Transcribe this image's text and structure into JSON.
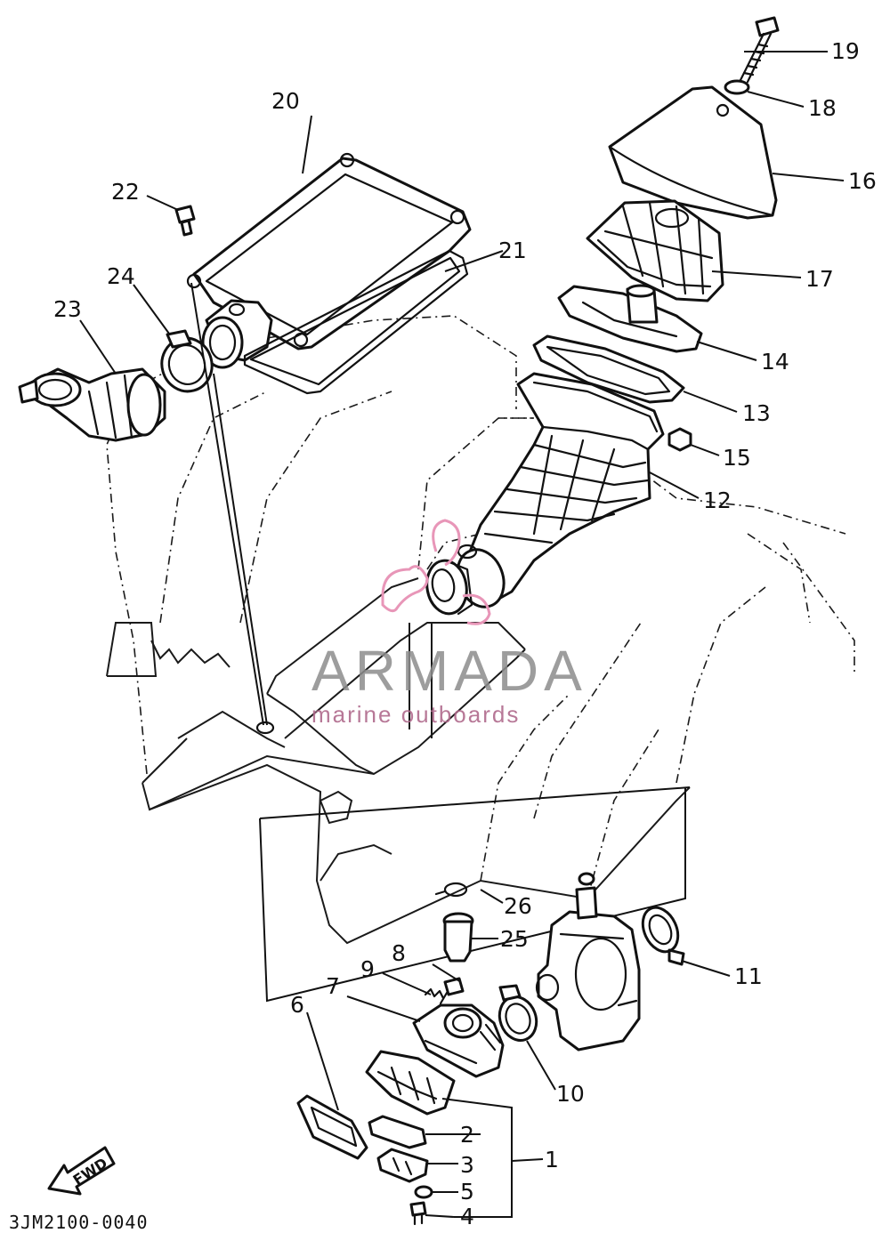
{
  "diagram": {
    "drawing_code": "3JM2100-0040",
    "fwd_label": "FWD",
    "watermark": {
      "brand": "ARMADA",
      "tagline": "marine outboards",
      "brand_color": "#8c8c8c",
      "accent_color": "#e896b8"
    },
    "callouts": [
      {
        "id": "1",
        "label": "1"
      },
      {
        "id": "2",
        "label": "2"
      },
      {
        "id": "3",
        "label": "3"
      },
      {
        "id": "4",
        "label": "4"
      },
      {
        "id": "5",
        "label": "5"
      },
      {
        "id": "6",
        "label": "6"
      },
      {
        "id": "7",
        "label": "7"
      },
      {
        "id": "8",
        "label": "8"
      },
      {
        "id": "9",
        "label": "9"
      },
      {
        "id": "10",
        "label": "10"
      },
      {
        "id": "11",
        "label": "11"
      },
      {
        "id": "12",
        "label": "12"
      },
      {
        "id": "13",
        "label": "13"
      },
      {
        "id": "14",
        "label": "14"
      },
      {
        "id": "15",
        "label": "15"
      },
      {
        "id": "16",
        "label": "16"
      },
      {
        "id": "17",
        "label": "17"
      },
      {
        "id": "18",
        "label": "18"
      },
      {
        "id": "19",
        "label": "19"
      },
      {
        "id": "20",
        "label": "20"
      },
      {
        "id": "21",
        "label": "21"
      },
      {
        "id": "22",
        "label": "22"
      },
      {
        "id": "23",
        "label": "23"
      },
      {
        "id": "24",
        "label": "24"
      },
      {
        "id": "25",
        "label": "25"
      },
      {
        "id": "26",
        "label": "26"
      }
    ]
  }
}
